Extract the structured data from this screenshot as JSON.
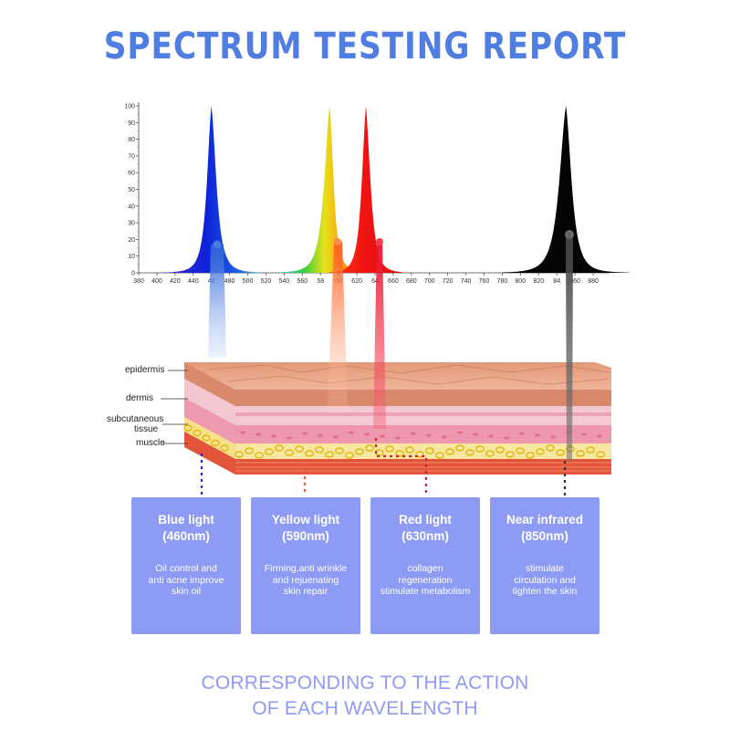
{
  "page": {
    "title": "SPECTRUM TESTING REPORT",
    "footer_line1": "CORRESPONDING TO THE ACTION",
    "footer_line2": "OF EACH WAVELENGTH"
  },
  "chart_data": {
    "type": "line",
    "title": "",
    "xlabel": "",
    "ylabel": "",
    "xlim": [
      380,
      890
    ],
    "ylim": [
      0,
      100
    ],
    "x_ticks": [
      380,
      400,
      420,
      440,
      460,
      480,
      500,
      520,
      540,
      560,
      580,
      600,
      620,
      640,
      660,
      680,
      700,
      720,
      740,
      760,
      780,
      800,
      820,
      840,
      860,
      880
    ],
    "x_tick_labels": [
      "380",
      "400",
      "420",
      "440",
      "46",
      "480",
      "500",
      "520",
      "540",
      "560",
      "58",
      "00",
      "620",
      "64",
      "660",
      "680",
      "700",
      "720",
      "740",
      "760",
      "780",
      "800",
      "820",
      "84",
      "860",
      "880"
    ],
    "y_ticks": [
      0,
      10,
      20,
      30,
      40,
      50,
      60,
      70,
      80,
      90,
      100
    ],
    "series": [
      {
        "peak": 460,
        "value": 100,
        "color": "#1a2fd8"
      },
      {
        "peak": 590,
        "value": 100,
        "color": "#ff5a1a"
      },
      {
        "peak": 630,
        "value": 100,
        "color": "#ee1111"
      },
      {
        "peak": 850,
        "value": 100,
        "color": "#050505"
      }
    ]
  },
  "skin": {
    "layers": [
      "epidermis",
      "dermis",
      "subcutaneous",
      "tissue",
      "muscle"
    ]
  },
  "cards": [
    {
      "title1": "Blue light",
      "title2": "(460nm)",
      "desc": [
        "Oil control and",
        "anti acne improve",
        "skin oil"
      ]
    },
    {
      "title1": "Yellow light",
      "title2": "(590nm)",
      "desc": [
        "Firming,anti wrinkle",
        "and rejuenating",
        "skin repair"
      ]
    },
    {
      "title1": "Red light",
      "title2": "(630nm)",
      "desc": [
        "collagen",
        "regeneration",
        "stimulate metabolism"
      ]
    },
    {
      "title1": "Near infrared",
      "title2": "(850nm)",
      "desc": [
        "stimulate",
        "circulation and",
        "tighten the skin"
      ]
    }
  ],
  "colors": {
    "title": "#4f7de0",
    "card_bg": "#8e9bf5",
    "footer": "#8e9bf5"
  }
}
